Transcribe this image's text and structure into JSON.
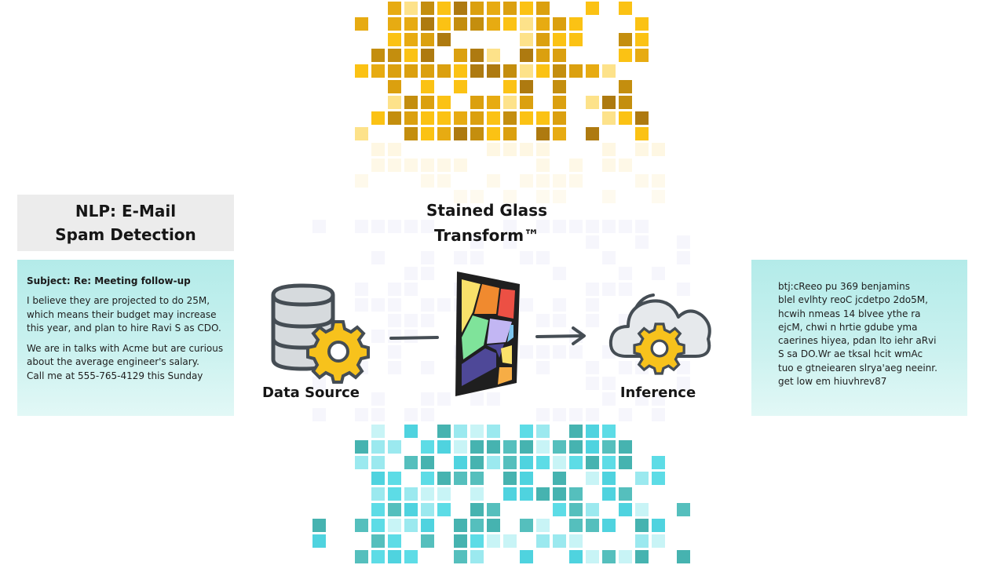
{
  "colors": {
    "gold": [
      "#dba00f",
      "#e7ab12",
      "#fbc214",
      "#fde28a",
      "#ae7a10",
      "#c48e0e"
    ],
    "teal": [
      "#4fd3df",
      "#5ddce6",
      "#9be9ef",
      "#c8f4f6",
      "#46b3b0",
      "#55bfbd"
    ],
    "card_bg": "#c9f1ef",
    "title_bg": "#ececec"
  },
  "title": {
    "line1": "NLP: E-Mail",
    "line2": "Spam Detection"
  },
  "email": {
    "subject": "Subject: Re: Meeting follow-up",
    "paragraph1": "I believe they are projected to do 25M,\nwhich means their budget may increase\nthis year, and plan to hire Ravi S as CDO.",
    "paragraph2": "We are in talks with Acme but are curious\nabout the average engineer's salary.\nCall me at 555-765-4129 this Sunday"
  },
  "transform": {
    "line1": "Stained Glass",
    "line2": "Transform™"
  },
  "labels": {
    "data_source": "Data Source",
    "inference": "Inference"
  },
  "icons": {
    "database": "database-icon",
    "gear": "gear-icon",
    "stained_glass": "stained-glass-icon",
    "cloud": "cloud-icon",
    "arrow": "arrow-right-icon"
  },
  "output": {
    "text": "btj:cReeo pu 369 benjamins\nblel evlhty reoC jcdetpo 2do5M,\nhcwih nmeas 14 blvee ythe ra\nejcM, chwi n hrtie gdube yma\ncaerines hiyea, pdan lto iehr aRvi\nS sa DO.Wr ae tksal hcit wmAc\ntuo e gtneiearen slrya'aeg neeinr.\nget low em  hiuvhrev87"
  }
}
